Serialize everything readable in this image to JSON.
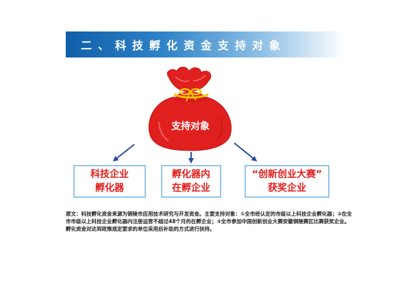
{
  "title": "二、科技孵化资金支持对象",
  "center_label": "支持对象",
  "boxes": [
    {
      "line1": "科技企业",
      "line2": "孵化器"
    },
    {
      "line1": "孵化器内",
      "line2": "在孵企业"
    },
    {
      "line1": "“创新创业大赛”",
      "line2": "获奖企业"
    }
  ],
  "note": "原文：科技孵化资金来源为铜陵市应用技术研究与开发资金。主要支持对象：①全市经认定的市级以上科技企业孵化器；②在全市市级以上科技企业孵化器内注册运营不超过48个月的在孵企业；③全市参加中国创新创业大赛安徽铜陵赛区比赛获奖企业。孵化资金对达到政策规定要求的单位采用后补助的方式进行扶持。",
  "colors": {
    "title_bar": "#1565b0",
    "bag": "#e0201e",
    "ribbon": "#f5c400",
    "arrow": "#2a4aa0",
    "box_border": "#93c5e8",
    "box_text": "#e0201e"
  },
  "icons": [
    "money-bag-icon",
    "arrow-down-left-icon",
    "arrow-down-icon",
    "arrow-down-right-icon"
  ]
}
